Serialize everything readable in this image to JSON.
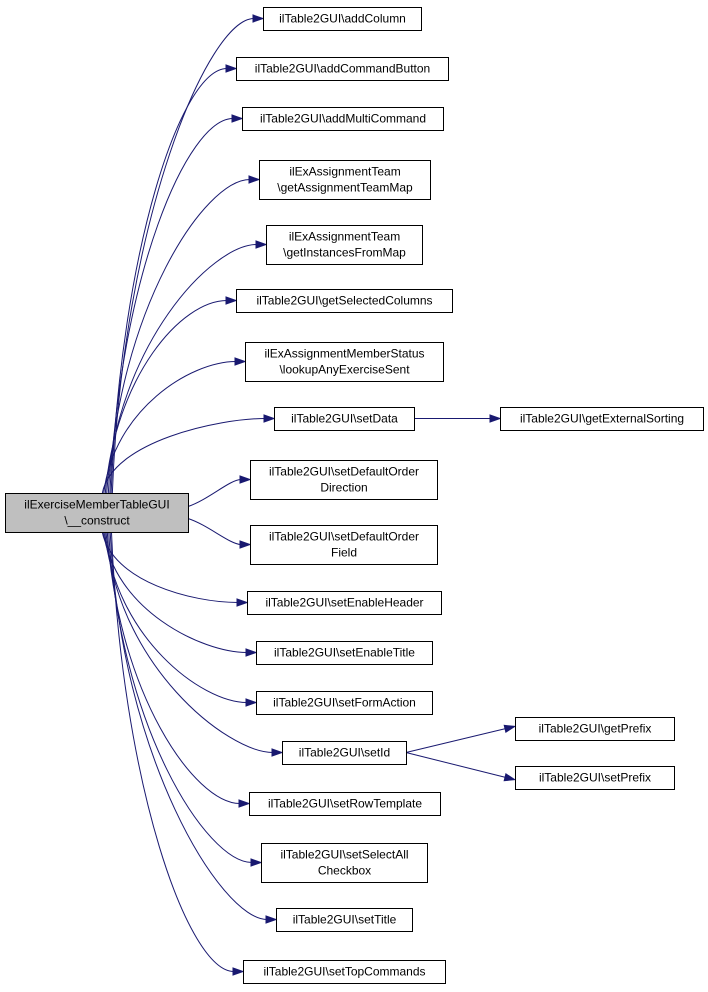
{
  "diagram": {
    "edge_color": "#191970",
    "root_fill": "#bfbfbf",
    "node_fill": "#ffffff",
    "nodes": [
      {
        "id": "root",
        "lines": [
          "ilExerciseMemberTableGUI",
          "\\__construct"
        ],
        "root": true
      },
      {
        "id": "addColumn",
        "lines": [
          "ilTable2GUI\\addColumn"
        ]
      },
      {
        "id": "addCommandButton",
        "lines": [
          "ilTable2GUI\\addCommandButton"
        ]
      },
      {
        "id": "addMultiCommand",
        "lines": [
          "ilTable2GUI\\addMultiCommand"
        ]
      },
      {
        "id": "getAssignmentTeamMap",
        "lines": [
          "ilExAssignmentTeam",
          "\\getAssignmentTeamMap"
        ]
      },
      {
        "id": "getInstancesFromMap",
        "lines": [
          "ilExAssignmentTeam",
          "\\getInstancesFromMap"
        ]
      },
      {
        "id": "getSelectedColumns",
        "lines": [
          "ilTable2GUI\\getSelectedColumns"
        ]
      },
      {
        "id": "lookupAnyExerciseSent",
        "lines": [
          "ilExAssignmentMemberStatus",
          "\\lookupAnyExerciseSent"
        ]
      },
      {
        "id": "setData",
        "lines": [
          "ilTable2GUI\\setData"
        ]
      },
      {
        "id": "getExternalSorting",
        "lines": [
          "ilTable2GUI\\getExternalSorting"
        ]
      },
      {
        "id": "setDefaultOrderDirection",
        "lines": [
          "ilTable2GUI\\setDefaultOrder",
          "Direction"
        ]
      },
      {
        "id": "setDefaultOrderField",
        "lines": [
          "ilTable2GUI\\setDefaultOrder",
          "Field"
        ]
      },
      {
        "id": "setEnableHeader",
        "lines": [
          "ilTable2GUI\\setEnableHeader"
        ]
      },
      {
        "id": "setEnableTitle",
        "lines": [
          "ilTable2GUI\\setEnableTitle"
        ]
      },
      {
        "id": "setFormAction",
        "lines": [
          "ilTable2GUI\\setFormAction"
        ]
      },
      {
        "id": "setId",
        "lines": [
          "ilTable2GUI\\setId"
        ]
      },
      {
        "id": "getPrefix",
        "lines": [
          "ilTable2GUI\\getPrefix"
        ]
      },
      {
        "id": "setPrefix",
        "lines": [
          "ilTable2GUI\\setPrefix"
        ]
      },
      {
        "id": "setRowTemplate",
        "lines": [
          "ilTable2GUI\\setRowTemplate"
        ]
      },
      {
        "id": "setSelectAllCheckbox",
        "lines": [
          "ilTable2GUI\\setSelectAll",
          "Checkbox"
        ]
      },
      {
        "id": "setTitle",
        "lines": [
          "ilTable2GUI\\setTitle"
        ]
      },
      {
        "id": "setTopCommands",
        "lines": [
          "ilTable2GUI\\setTopCommands"
        ]
      }
    ],
    "edges": [
      {
        "from": "root",
        "to": "addColumn"
      },
      {
        "from": "root",
        "to": "addCommandButton"
      },
      {
        "from": "root",
        "to": "addMultiCommand"
      },
      {
        "from": "root",
        "to": "getAssignmentTeamMap"
      },
      {
        "from": "root",
        "to": "getInstancesFromMap"
      },
      {
        "from": "root",
        "to": "getSelectedColumns"
      },
      {
        "from": "root",
        "to": "lookupAnyExerciseSent"
      },
      {
        "from": "root",
        "to": "setData"
      },
      {
        "from": "setData",
        "to": "getExternalSorting"
      },
      {
        "from": "root",
        "to": "setDefaultOrderDirection"
      },
      {
        "from": "root",
        "to": "setDefaultOrderField"
      },
      {
        "from": "root",
        "to": "setEnableHeader"
      },
      {
        "from": "root",
        "to": "setEnableTitle"
      },
      {
        "from": "root",
        "to": "setFormAction"
      },
      {
        "from": "root",
        "to": "setId"
      },
      {
        "from": "setId",
        "to": "getPrefix"
      },
      {
        "from": "setId",
        "to": "setPrefix"
      },
      {
        "from": "root",
        "to": "setRowTemplate"
      },
      {
        "from": "root",
        "to": "setSelectAllCheckbox"
      },
      {
        "from": "root",
        "to": "setTitle"
      },
      {
        "from": "root",
        "to": "setTopCommands"
      }
    ]
  }
}
